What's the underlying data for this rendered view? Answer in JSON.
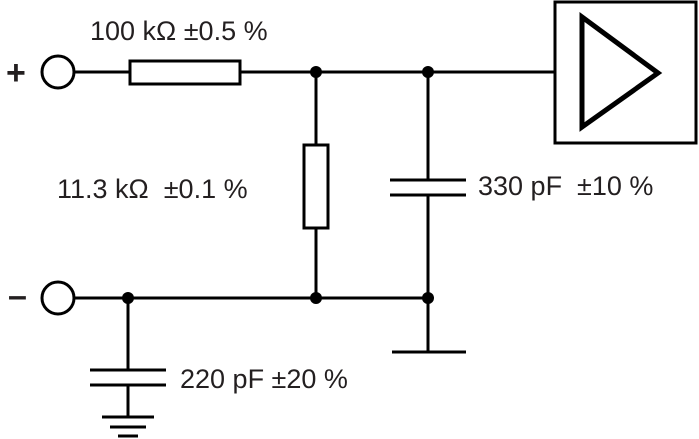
{
  "terminals": {
    "plus": "+",
    "minus": "–"
  },
  "components": {
    "r_series": "100 kΩ ±0.5 %",
    "r_shunt": "11.3 kΩ  ±0.1 %",
    "c_shunt": "330 pF  ±10 %",
    "c_ground": "220 pF ±20 %"
  },
  "colors": {
    "line": "#000000",
    "text": "#231f20"
  }
}
